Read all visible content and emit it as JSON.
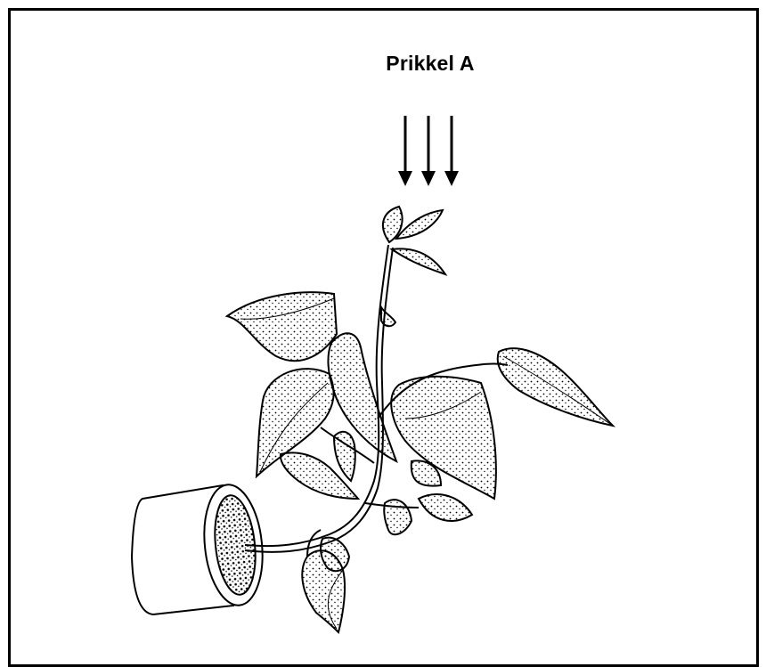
{
  "figure": {
    "label": "Prikkel A",
    "stimulus_arrow_count": 3
  },
  "colors": {
    "ink": "#000000",
    "background": "#ffffff"
  },
  "icons": {
    "stimulus": "down-arrow-icon",
    "plant": "potted-plant-illustration"
  }
}
